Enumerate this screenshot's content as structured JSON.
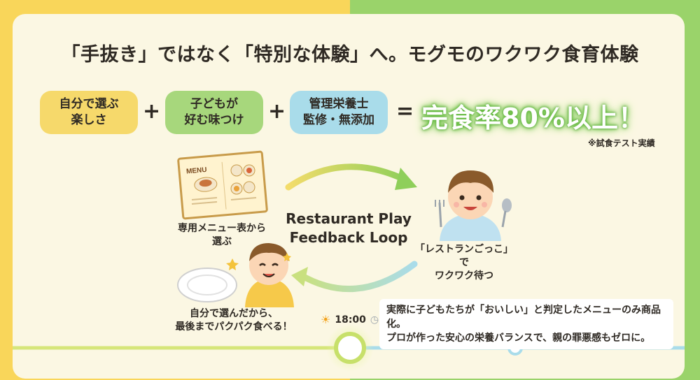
{
  "title": "「手抜き」ではなく「特別な体験」へ。モグモのワクワク食育体験",
  "formula": {
    "pill_1": [
      "自分で選ぶ",
      "楽しさ"
    ],
    "pill_2": [
      "子どもが",
      "好む味つけ"
    ],
    "pill_3": [
      "管理栄養士",
      "監修・無添加"
    ],
    "plus": "+",
    "equals": "=",
    "result": "完食率80%以上！",
    "note": "※試食テスト実績"
  },
  "loop": {
    "label_1": "Restaurant Play",
    "label_2": "Feedback Loop",
    "menu_title": "MENU",
    "step_menu": [
      "専用メニュー表から",
      "選ぶ"
    ],
    "step_play": [
      "「レストランごっこ」で",
      "ワクワク待つ"
    ],
    "step_eat": [
      "自分で選んだから、",
      "最後までパクパク食べる！"
    ]
  },
  "timeline": {
    "time": "18:00",
    "message": [
      "実際に子どもたちが「おいしい」と判定したメニューのみ商品化。",
      "プロが作った安心の栄養バランスで、親の罪悪感もゼロに。"
    ]
  },
  "colors": {
    "yellow": "#f6d96b",
    "green": "#a7d77c",
    "blue": "#a9dcea",
    "glow": "#5fb83a",
    "timeline": "#a9dcea"
  }
}
